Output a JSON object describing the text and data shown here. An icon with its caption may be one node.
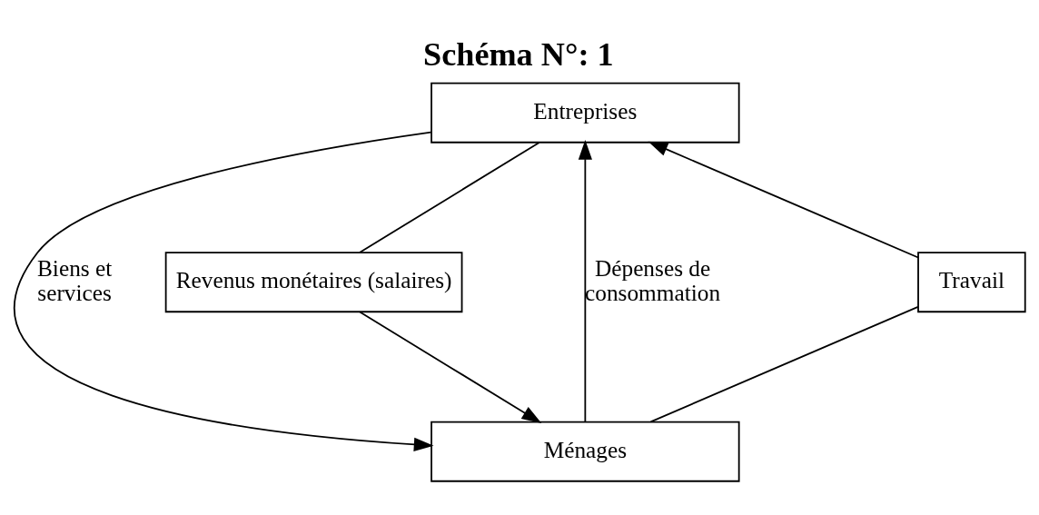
{
  "diagram": {
    "title": "Schéma N°: 1",
    "nodes": [
      {
        "text": [
          "Entreprises"
        ]
      },
      {
        "text": [
          "Ménages"
        ]
      },
      {
        "text": [
          "Travail"
        ]
      },
      {
        "text": [
          "Revenus monétaires (salaires)"
        ]
      }
    ],
    "edges": [
      {
        "from": 1,
        "to": 0,
        "arrow": "to",
        "label": "Dépenses de consommation"
      },
      {
        "from": 0,
        "to": 1,
        "arrow": "to",
        "label": "Biens et services"
      },
      {
        "from": 1,
        "to": 2,
        "arrow": "none"
      },
      {
        "from": 2,
        "to": 0,
        "arrow": "to"
      },
      {
        "from": 0,
        "to": 3,
        "arrow": "none"
      },
      {
        "from": 3,
        "to": 1,
        "arrow": "to"
      }
    ]
  }
}
